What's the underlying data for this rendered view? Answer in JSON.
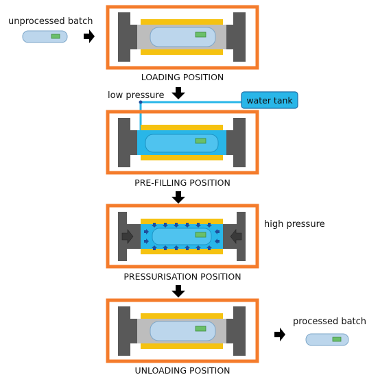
{
  "labels": {
    "unprocessed_batch": "unprocessed batch",
    "processed_batch": "processed batch",
    "low_pressure": "low pressure",
    "high_pressure": "high pressure",
    "water_tank": "water tank"
  },
  "stages": [
    {
      "label": "LOADING POSITION"
    },
    {
      "label": "PRE-FILLING POSITION"
    },
    {
      "label": "PRESSURISATION POSITION"
    },
    {
      "label": "UNLOADING POSITION"
    }
  ],
  "colors": {
    "frame": "#f47c2c",
    "plug": "#595959",
    "yoke": "#f5c211",
    "vessel": "#bdbdbd",
    "water": "#29b6e8",
    "tank_fill": "#29b6e8",
    "batch": "#bcd6ec",
    "batch_label": "#6abf69",
    "pressure_arrow": "#1f4e9c",
    "arrow": "#000000"
  }
}
